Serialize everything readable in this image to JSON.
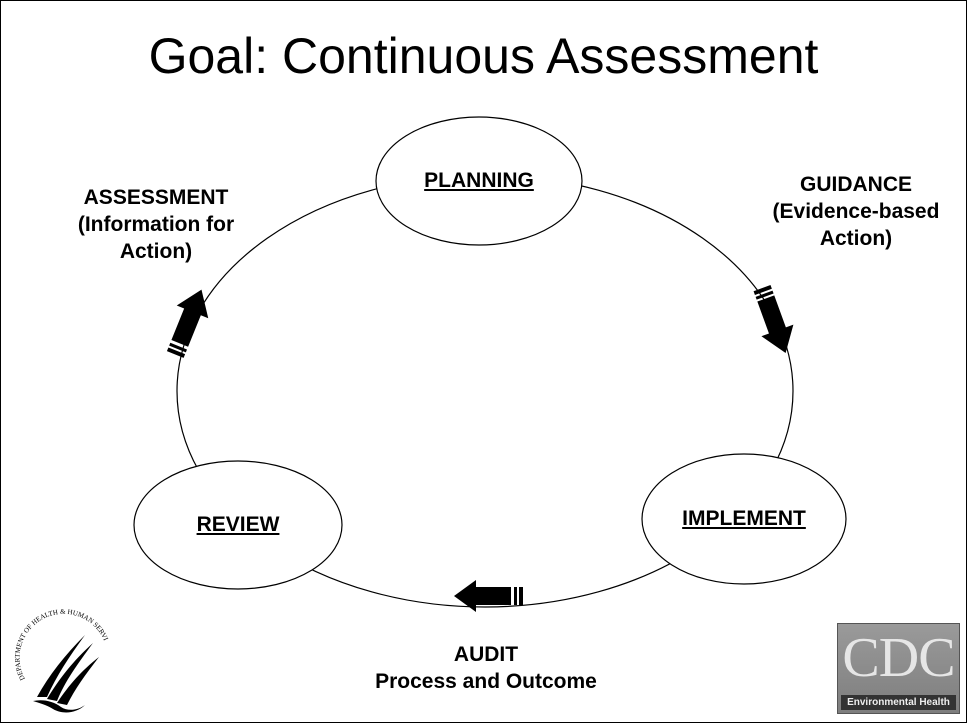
{
  "slide": {
    "title": "Goal: Continuous Assessment"
  },
  "nodes": {
    "planning": "PLANNING",
    "implement": "IMPLEMENT",
    "review": "REVIEW"
  },
  "labels": {
    "guidance": [
      "GUIDANCE",
      "(Evidence-based",
      "Action)"
    ],
    "audit": [
      "AUDIT",
      "Process and Outcome"
    ],
    "assessment": [
      "ASSESSMENT",
      "(Information for",
      "Action)"
    ]
  },
  "logos": {
    "hhs_seal_text": "DEPARTMENT OF HEALTH & HUMAN SERVICES · USA",
    "hhs_icon": "hhs-eagle-icon",
    "cdc_letters": "CDC",
    "cdc_subtitle": "Environmental Health"
  },
  "colors": {
    "stroke": "#000000",
    "background": "#ffffff",
    "cdc_logo_gray": "#8a8a8a"
  }
}
